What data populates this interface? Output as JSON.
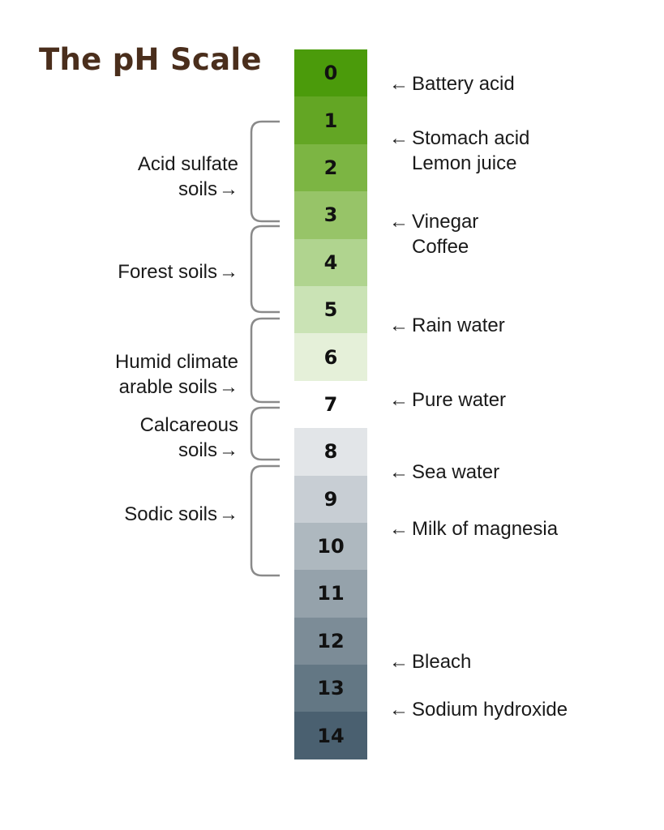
{
  "title": "The pH Scale",
  "scale": [
    {
      "value": "0",
      "color": "#4b9b0b"
    },
    {
      "value": "1",
      "color": "#63a624"
    },
    {
      "value": "2",
      "color": "#7cb543"
    },
    {
      "value": "3",
      "color": "#97c468"
    },
    {
      "value": "4",
      "color": "#b0d48f"
    },
    {
      "value": "5",
      "color": "#cae3b5"
    },
    {
      "value": "6",
      "color": "#e5f0d9"
    },
    {
      "value": "7",
      "color": "#ffffff"
    },
    {
      "value": "8",
      "color": "#e2e5e8"
    },
    {
      "value": "9",
      "color": "#c8ced4"
    },
    {
      "value": "10",
      "color": "#aeb8bf"
    },
    {
      "value": "11",
      "color": "#95a2ab"
    },
    {
      "value": "12",
      "color": "#7c8c97"
    },
    {
      "value": "13",
      "color": "#637784"
    },
    {
      "value": "14",
      "color": "#4a6070"
    }
  ],
  "substances": [
    {
      "lines": [
        "Battery acid"
      ]
    },
    {
      "lines": [
        "Stomach acid",
        "Lemon juice"
      ]
    },
    {
      "lines": [
        "Vinegar",
        "Coffee"
      ]
    },
    {
      "lines": [
        "Rain water"
      ]
    },
    {
      "lines": [
        "Pure water"
      ]
    },
    {
      "lines": [
        "Sea water"
      ]
    },
    {
      "lines": [
        "Milk of magnesia"
      ]
    },
    {
      "lines": [
        "Bleach"
      ]
    },
    {
      "lines": [
        "Sodium hydroxide"
      ]
    }
  ],
  "soils": [
    {
      "lines": [
        "Acid sulfate",
        "soils"
      ]
    },
    {
      "lines": [
        "Forest soils"
      ]
    },
    {
      "lines": [
        "Humid climate",
        "arable soils"
      ]
    },
    {
      "lines": [
        "Calcareous",
        "soils"
      ]
    },
    {
      "lines": [
        "Sodic soils"
      ]
    }
  ],
  "colors": {
    "title": "#4a2e1c",
    "bracket": "#8a8a8a",
    "text": "#1a1a1a"
  },
  "icons": {
    "arrow_left": "←",
    "arrow_right": "→"
  }
}
